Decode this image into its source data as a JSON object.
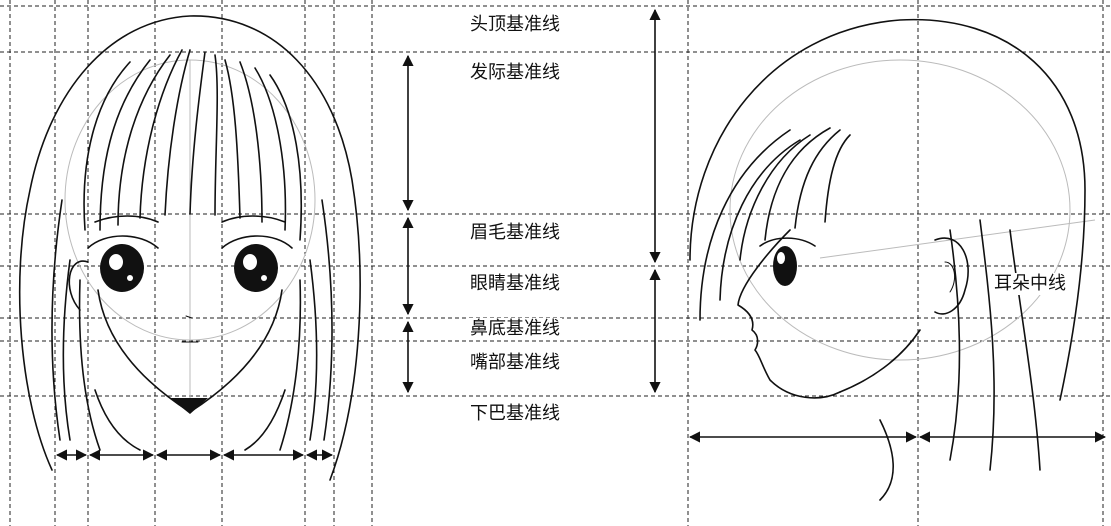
{
  "labels": {
    "top_of_head": "头顶基准线",
    "hairline": "发际基准线",
    "eyebrow": "眉毛基准线",
    "eye": "眼睛基准线",
    "nose_base": "鼻底基准线",
    "mouth": "嘴部基准线",
    "chin": "下巴基准线",
    "ear_center": "耳朵中线"
  },
  "colors": {
    "ink": "#111111",
    "guide": "#222222",
    "sketch": "#bbbbbb"
  }
}
